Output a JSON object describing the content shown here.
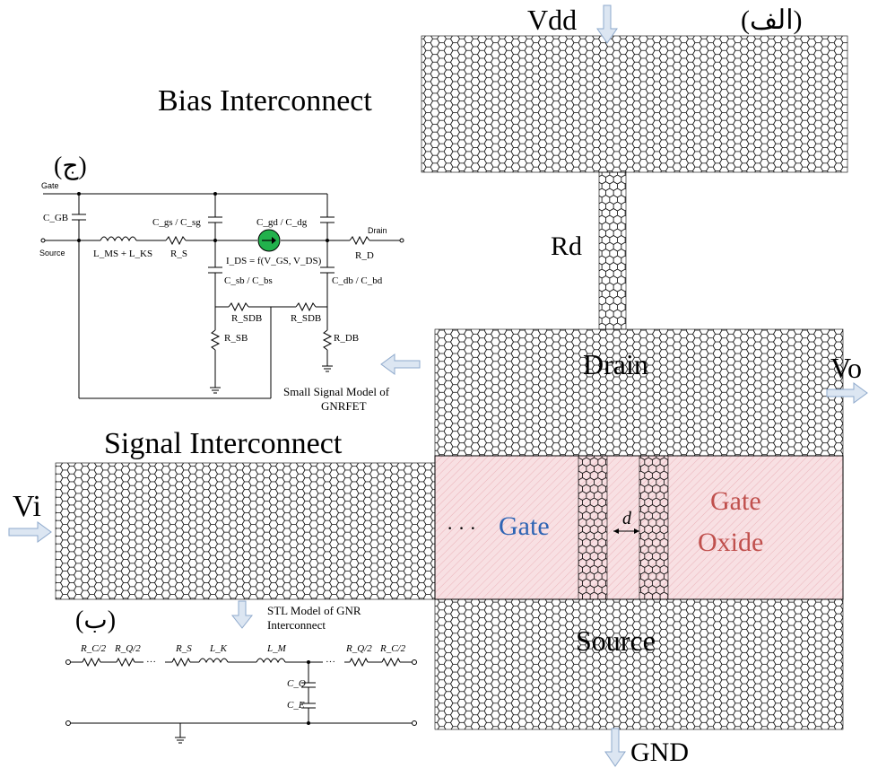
{
  "labels": {
    "vdd": "Vdd",
    "panel_a": "(الف)",
    "bias_interconnect": "Bias Interconnect",
    "rd": "Rd",
    "drain": "Drain",
    "vo": "Vo",
    "signal_interconnect": "Signal Interconnect",
    "vi": "Vi",
    "gate": "Gate",
    "gate_oxide_1": "Gate",
    "gate_oxide_2": "Oxide",
    "d": "d",
    "source": "Source",
    "gnd": "GND",
    "panel_b": "(ب)",
    "panel_c": "(ج)",
    "small_signal_1": "Small Signal Model of",
    "small_signal_2": "GNRFET",
    "stl_1": "STL Model of GNR",
    "stl_2": "Interconnect",
    "ellipsis": "· · ·"
  },
  "small_signal_model": {
    "gate": "Gate",
    "source": "Source",
    "drain": "Drain",
    "cgb": "C_GB",
    "lms_lks": "L_MS + L_KS",
    "cgs_csg": "C_gs / C_sg",
    "rs": "R_S",
    "cgd_cdg": "C_gd / C_dg",
    "rd": "R_D",
    "ids": "I_DS = f(V_GS, V_DS)",
    "csb_cbs": "C_sb / C_bs",
    "cdb_cbd": "C_db / C_bd",
    "rsdb_1": "R_SDB",
    "rsdb_2": "R_SDB",
    "rsb": "R_SB",
    "rdb": "R_DB"
  },
  "stl_model": {
    "rc2_a": "R_C/2",
    "rq2_a": "R_Q/2",
    "rs": "R_S",
    "lk": "L_K",
    "lm": "L_M",
    "rq2_b": "R_Q/2",
    "rc2_b": "R_C/2",
    "cq": "C_Q",
    "ce": "C_E",
    "dots": "···"
  },
  "colors": {
    "gate_text": "#2e64b4",
    "oxide_text": "#c0504d",
    "oxide_fill": "#f7dde0",
    "arrow_fill": "#dce6f2",
    "arrow_stroke": "#8ea9cc",
    "current_source": "#22b14c"
  }
}
